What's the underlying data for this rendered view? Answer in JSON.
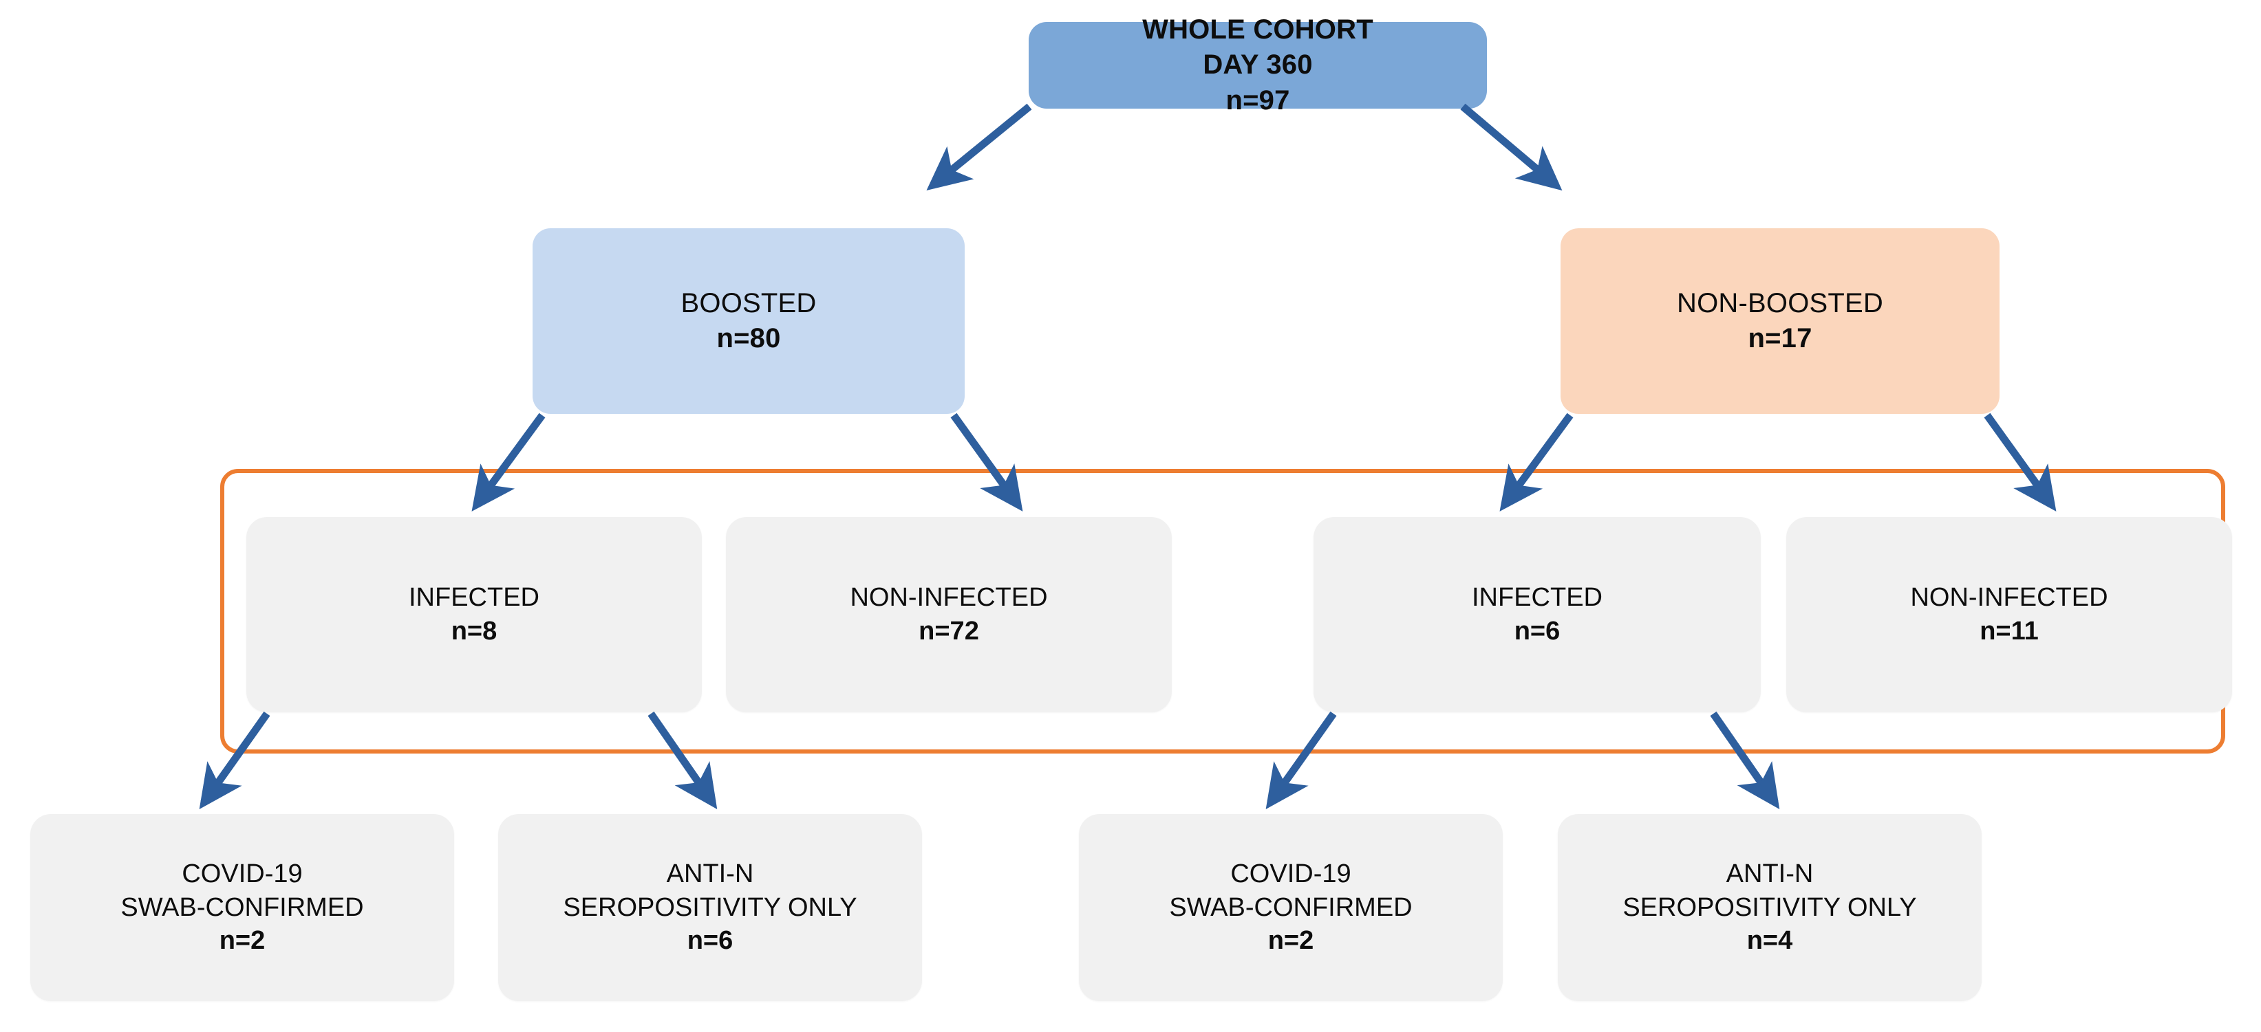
{
  "diagram": {
    "title": "Whole cohort day 360 infection flow diagram",
    "colors": {
      "root_fill": "#7BA7D7",
      "boosted_fill": "#C6D9F1",
      "nonboosted_fill": "#FBD6BC",
      "neutral_fill": "#F1F1F1",
      "arrow": "#2E5F9E",
      "highlight_frame": "#ED7D31",
      "text": "#0d0d0d",
      "background": "#FFFFFF"
    },
    "levels": {
      "root": {
        "line1": "WHOLE COHORT",
        "line2": "DAY 360",
        "count": "n=97"
      },
      "level2": [
        {
          "label": "BOOSTED",
          "count": "n=80"
        },
        {
          "label": "NON-BOOSTED",
          "count": "n=17"
        }
      ],
      "level3": [
        {
          "label": "INFECTED",
          "count": "n=8"
        },
        {
          "label": "NON-INFECTED",
          "count": "n=72"
        },
        {
          "label": "INFECTED",
          "count": "n=6"
        },
        {
          "label": "NON-INFECTED",
          "count": "n=11"
        }
      ],
      "level4": [
        {
          "line1": "COVID-19",
          "line2": "SWAB-CONFIRMED",
          "count": "n=2"
        },
        {
          "line1": "ANTI-N",
          "line2": "SEROPOSITIVITY ONLY",
          "count": "n=6"
        },
        {
          "line1": "COVID-19",
          "line2": "SWAB-CONFIRMED",
          "count": "n=2"
        },
        {
          "line1": "ANTI-N",
          "line2": "SEROPOSITIVITY ONLY",
          "count": "n=4"
        }
      ]
    },
    "chart_data": {
      "type": "table",
      "title": "Whole cohort day 360 infection flow diagram",
      "nodes": [
        {
          "id": "whole-cohort",
          "label": "WHOLE COHORT DAY 360",
          "n": 97,
          "level": 1
        },
        {
          "id": "boosted",
          "label": "BOOSTED",
          "n": 80,
          "level": 2,
          "parent": "whole-cohort"
        },
        {
          "id": "non-boosted",
          "label": "NON-BOOSTED",
          "n": 17,
          "level": 2,
          "parent": "whole-cohort"
        },
        {
          "id": "boosted-infected",
          "label": "INFECTED",
          "n": 8,
          "level": 3,
          "parent": "boosted"
        },
        {
          "id": "boosted-non-infected",
          "label": "NON-INFECTED",
          "n": 72,
          "level": 3,
          "parent": "boosted"
        },
        {
          "id": "nonboosted-infected",
          "label": "INFECTED",
          "n": 6,
          "level": 3,
          "parent": "non-boosted"
        },
        {
          "id": "nonboosted-non-infected",
          "label": "NON-INFECTED",
          "n": 11,
          "level": 3,
          "parent": "non-boosted"
        },
        {
          "id": "boosted-swab",
          "label": "COVID-19 SWAB-CONFIRMED",
          "n": 2,
          "level": 4,
          "parent": "boosted-infected"
        },
        {
          "id": "boosted-sero",
          "label": "ANTI-N SEROPOSITIVITY ONLY",
          "n": 6,
          "level": 4,
          "parent": "boosted-infected"
        },
        {
          "id": "nonboosted-swab",
          "label": "COVID-19 SWAB-CONFIRMED",
          "n": 2,
          "level": 4,
          "parent": "nonboosted-infected"
        },
        {
          "id": "nonboosted-sero",
          "label": "ANTI-N SEROPOSITIVITY ONLY",
          "n": 4,
          "level": 4,
          "parent": "nonboosted-infected"
        }
      ]
    }
  }
}
